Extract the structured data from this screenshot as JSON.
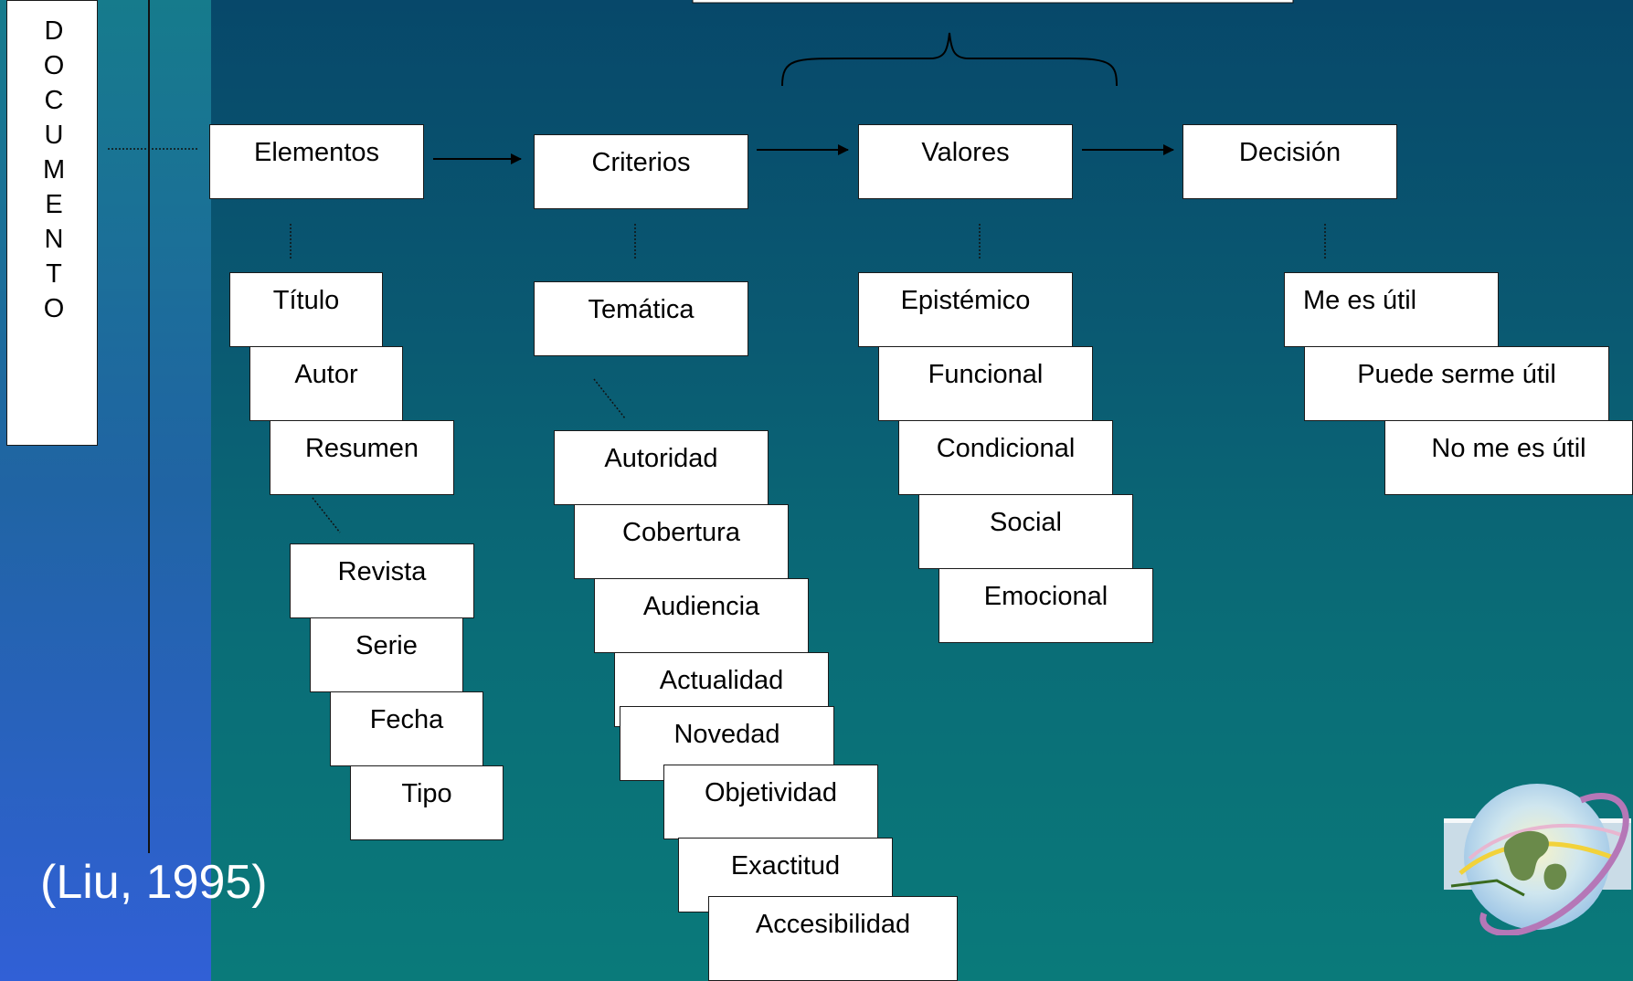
{
  "document_label": [
    "D",
    "O",
    "C",
    "U",
    "M",
    "E",
    "N",
    "T",
    "O"
  ],
  "flow": {
    "elementos": "Elementos",
    "criterios": "Criterios",
    "valores": "Valores",
    "decision": "Decisión"
  },
  "elementos_items": [
    "Título",
    "Autor",
    "Resumen"
  ],
  "resumen_items": [
    "Revista",
    "Serie",
    "Fecha",
    "Tipo"
  ],
  "criterios_items": [
    "Temática"
  ],
  "tematica_items": [
    "Autoridad",
    "Cobertura",
    "Audiencia",
    "Actualidad",
    "Novedad",
    "Objetividad",
    "Exactitud",
    "Accesibilidad"
  ],
  "valores_items": [
    "Epistémico",
    "Funcional",
    "Condicional",
    "Social",
    "Emocional"
  ],
  "decision_items": [
    "Me es útil",
    "Puede serme útil",
    "No me es útil"
  ],
  "citation": "(Liu, 1995)",
  "colors": {
    "background_top": "#07486a",
    "background_bottom": "#0a7a7a",
    "left_band": "#3160d6",
    "box": "#ffffff",
    "text_light": "#ffffff"
  },
  "icons": [
    "globe-logo-icon"
  ]
}
